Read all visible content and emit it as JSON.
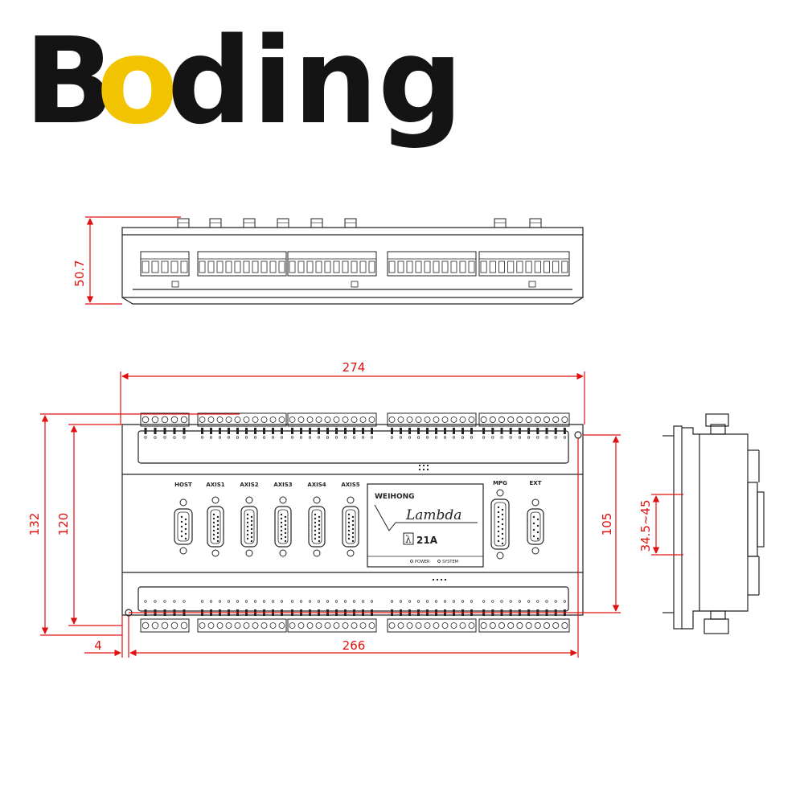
{
  "logo": {
    "text_parts": [
      "B",
      "o",
      "ding"
    ],
    "colors": {
      "dark": "#141414",
      "accent": "#f2c300"
    }
  },
  "colors": {
    "line": "#222222",
    "dimension": "#e01010"
  },
  "dimensions": {
    "top_height": "50.7",
    "width_outer": "274",
    "width_inner": "266",
    "height_outer": "132",
    "height_inner": "120",
    "hole_offset": "4",
    "mount_spacing": "105",
    "side_range": "34.5~45"
  },
  "front_panel": {
    "port_labels": [
      "HOST",
      "AXIS1",
      "AXIS2",
      "AXIS3",
      "AXIS4",
      "AXIS5",
      "MPG",
      "EXT"
    ],
    "display": {
      "brand": "WEIHONG",
      "model": "Lambda",
      "variant": "21A",
      "lambda_symbol": "λ",
      "leds": [
        "POWER",
        "SYSTEM"
      ]
    }
  }
}
